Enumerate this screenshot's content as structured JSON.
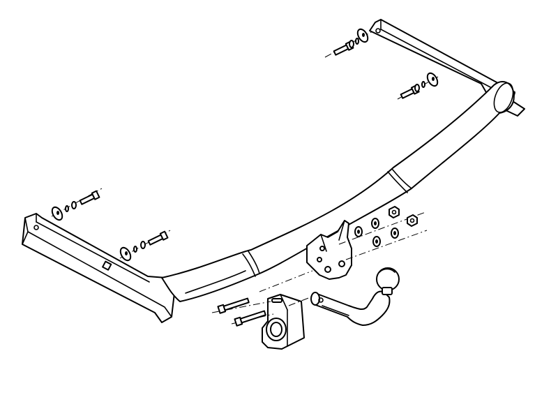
{
  "diagram": {
    "kind": "exploded assembly drawing",
    "labels": []
  },
  "colors": {
    "line": "#000000",
    "paper": "#ffffff"
  },
  "parts": [
    "crossbar-tube",
    "left-mounting-rail",
    "right-mounting-rail",
    "tow-ball-mount-plate",
    "detachable-tow-ball-neck",
    "electrical-socket-bracket",
    "mounting-bolts",
    "washers",
    "nuts"
  ]
}
